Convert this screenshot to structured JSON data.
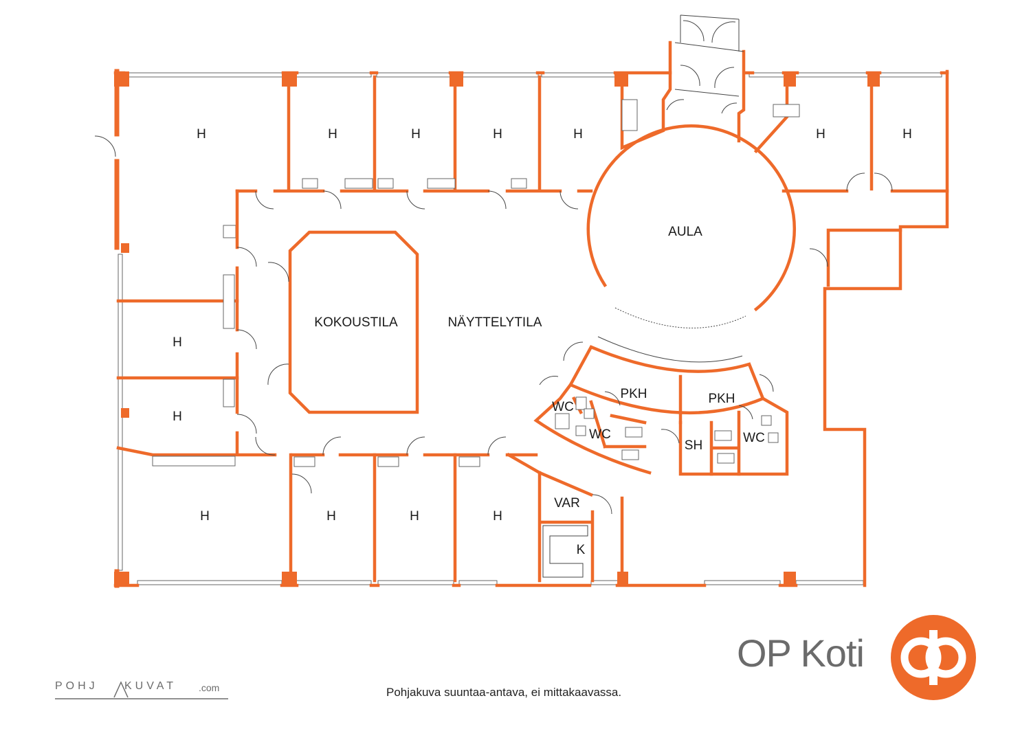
{
  "rooms": {
    "h_top_1": "H",
    "h_top_2": "H",
    "h_top_3": "H",
    "h_top_4": "H",
    "h_top_5": "H",
    "h_top_right_1": "H",
    "h_top_right_2": "H",
    "h_left_1": "H",
    "h_left_2": "H",
    "h_bottom_1": "H",
    "h_bottom_2": "H",
    "h_bottom_3": "H",
    "h_bottom_4": "H",
    "aula": "AULA",
    "kokoustila": "KOKOUSTILA",
    "nayttelytila": "NÄYTTELYTILA",
    "pkh_1": "PKH",
    "pkh_2": "PKH",
    "wc_1": "WC",
    "wc_2": "WC",
    "wc_3": "WC",
    "sh": "SH",
    "var": "VAR",
    "k": "K"
  },
  "branding": {
    "name": "OP Koti",
    "caption": "Pohjakuva suuntaa-antava, ei mittakaavassa.",
    "credit_part1": "POHJ",
    "credit_part2": "KUVAT",
    "credit_part3": ".com"
  },
  "colors": {
    "wall": "#ee6a2a",
    "text": "#1a1a1a",
    "brand_gray": "#6b6b6b"
  }
}
